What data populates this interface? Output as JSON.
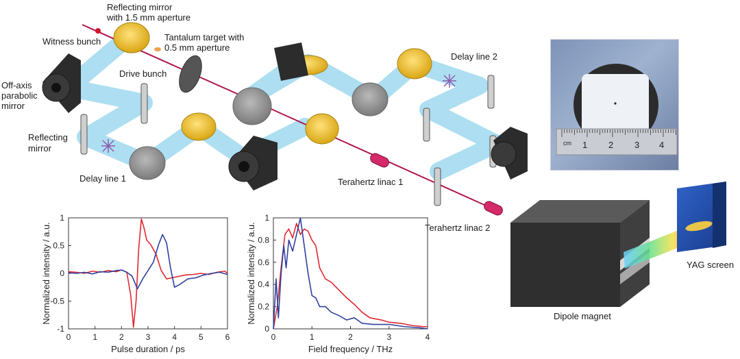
{
  "labels": {
    "reflecting_mirror_aperture": [
      "Reflecting mirror",
      "with 1.5 mm aperture"
    ],
    "witness_bunch": "Witness bunch",
    "tantalum_target": [
      "Tantalum target with",
      "0.5 mm aperture"
    ],
    "off_axis_mirror": [
      "Off-axis",
      "parabolic",
      "mirror"
    ],
    "drive_bunch": "Drive bunch",
    "delay_line_2": "Delay line 2",
    "reflecting_mirror": [
      "Reflecting",
      "mirror"
    ],
    "delay_line_1": "Delay line 1",
    "terahertz_linac_1": "Terahertz linac 1",
    "terahertz_linac_2": "Terahertz linac 2",
    "yag_screen": "YAG screen",
    "dipole_magnet": "Dipole magnet"
  },
  "photo": {
    "ruler_unit": "cm",
    "ruler_numbers": [
      "1",
      "2",
      "3",
      "4"
    ]
  },
  "colors": {
    "beam": "#9fd8ee",
    "mirror_gold": "#f0c234",
    "mirror_gray": "#8e8e8e",
    "body_dark": "#2c2c2c",
    "series_red": "#e0262e",
    "series_blue": "#2e3f9e",
    "electron_beam": "#b0154f"
  },
  "chart_data": [
    {
      "type": "line",
      "xlabel": "Pulse duration / ps",
      "ylabel": "Normalized intensity / a.u.",
      "xlim": [
        0,
        6
      ],
      "ylim": [
        -1,
        1
      ],
      "xticks": [
        "0",
        "1",
        "2",
        "3",
        "4",
        "5",
        "6"
      ],
      "yticks": [
        "1",
        "0.5",
        "0",
        "-0.5",
        "-1"
      ],
      "series": [
        {
          "color": "#e0262e",
          "x": [
            0,
            0.3,
            0.6,
            0.9,
            1.2,
            1.5,
            1.8,
            2.0,
            2.2,
            2.35,
            2.45,
            2.55,
            2.65,
            2.75,
            2.85,
            2.95,
            3.1,
            3.3,
            3.5,
            3.7,
            3.9,
            4.1,
            4.4,
            4.7,
            5.0,
            5.3,
            5.6,
            5.9,
            6.0
          ],
          "y": [
            0.03,
            0.02,
            0.0,
            0.04,
            0.02,
            0.05,
            0.03,
            0.06,
            0.02,
            -0.4,
            -0.97,
            -0.5,
            0.45,
            0.98,
            0.82,
            0.6,
            0.52,
            0.35,
            0.05,
            -0.1,
            -0.08,
            -0.06,
            -0.03,
            -0.02,
            0.0,
            -0.02,
            0.02,
            0.04,
            0.0
          ]
        },
        {
          "color": "#2e3f9e",
          "x": [
            0,
            0.3,
            0.6,
            0.9,
            1.2,
            1.5,
            1.8,
            2.0,
            2.2,
            2.4,
            2.6,
            2.8,
            3.0,
            3.2,
            3.4,
            3.55,
            3.7,
            3.85,
            4.0,
            4.2,
            4.5,
            4.8,
            5.1,
            5.4,
            5.7,
            6.0
          ],
          "y": [
            0.01,
            0.0,
            0.02,
            -0.01,
            0.03,
            0.02,
            0.05,
            0.06,
            0.02,
            -0.05,
            -0.28,
            -0.1,
            0.05,
            0.2,
            0.52,
            0.7,
            0.55,
            0.1,
            -0.25,
            -0.2,
            -0.1,
            -0.08,
            -0.03,
            0.0,
            0.02,
            -0.02
          ]
        }
      ]
    },
    {
      "type": "line",
      "xlabel": "Field frequency / THz",
      "ylabel": "Normalized intensity / a.u.",
      "xlim": [
        0,
        4
      ],
      "ylim": [
        0,
        1
      ],
      "xticks": [
        "0",
        "1",
        "2",
        "3",
        "4"
      ],
      "yticks": [
        "1",
        "0.8",
        "0.6",
        "0.4",
        "0.2",
        "0"
      ],
      "series": [
        {
          "color": "#e0262e",
          "x": [
            0,
            0.1,
            0.2,
            0.3,
            0.4,
            0.5,
            0.6,
            0.7,
            0.8,
            0.9,
            1.0,
            1.1,
            1.2,
            1.35,
            1.5,
            1.7,
            1.9,
            2.1,
            2.3,
            2.5,
            2.8,
            3.0,
            3.3,
            3.6,
            3.9,
            4.0
          ],
          "y": [
            0.0,
            0.2,
            0.55,
            0.85,
            0.9,
            0.82,
            0.95,
            0.85,
            0.9,
            0.88,
            0.8,
            0.75,
            0.55,
            0.45,
            0.42,
            0.35,
            0.28,
            0.22,
            0.15,
            0.1,
            0.08,
            0.06,
            0.05,
            0.03,
            0.02,
            0.02
          ]
        },
        {
          "color": "#2e3f9e",
          "x": [
            0,
            0.07,
            0.13,
            0.2,
            0.27,
            0.33,
            0.4,
            0.5,
            0.6,
            0.7,
            0.8,
            0.9,
            1.0,
            1.1,
            1.2,
            1.35,
            1.5,
            1.7,
            1.9,
            2.1,
            2.3,
            2.6,
            3.0,
            3.4,
            3.8,
            4.0
          ],
          "y": [
            0.0,
            0.45,
            0.1,
            0.5,
            0.75,
            0.55,
            0.8,
            0.7,
            0.85,
            1.0,
            0.75,
            0.5,
            0.3,
            0.28,
            0.2,
            0.2,
            0.15,
            0.12,
            0.08,
            0.1,
            0.05,
            0.04,
            0.04,
            0.02,
            0.01,
            0.0
          ]
        }
      ]
    }
  ]
}
